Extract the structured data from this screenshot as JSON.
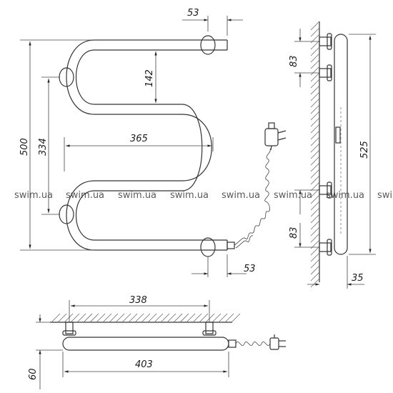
{
  "watermark": "swim.ua",
  "front_view": {
    "dim_flange_top": "53",
    "dim_flange_bottom": "53",
    "dim_height_total": "500",
    "dim_height_mounts": "334",
    "dim_loop_height": "142",
    "dim_width": "365"
  },
  "side_view": {
    "dim_top_offset": "83",
    "dim_bottom_offset": "83",
    "dim_total_height": "525",
    "dim_depth": "35"
  },
  "top_view": {
    "dim_mount_spacing": "338",
    "dim_total_width": "403",
    "dim_depth": "60"
  }
}
